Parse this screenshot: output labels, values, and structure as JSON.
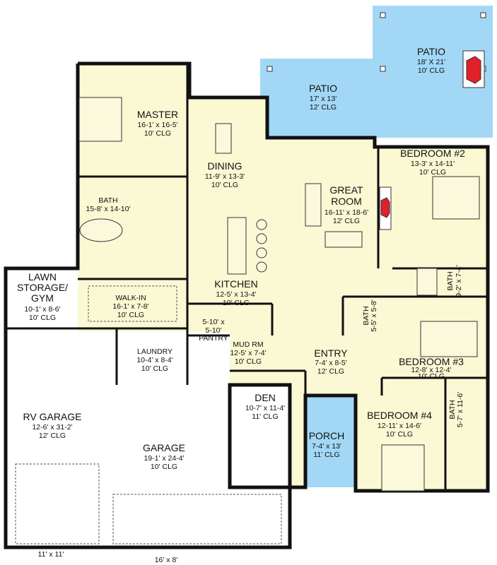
{
  "colors": {
    "patio": "#a2d8f6",
    "interior": "#fbf8d4",
    "fireplace": "#e0202a",
    "garage": "#ffffff"
  },
  "rooms": [
    {
      "id": "patio-upper",
      "name": "PATIO",
      "dims": "18' X 21'",
      "clg": "10' CLG"
    },
    {
      "id": "patio-lower",
      "name": "PATIO",
      "dims": "17' x 13'",
      "clg": "12' CLG"
    },
    {
      "id": "master",
      "name": "MASTER",
      "dims": "16-1' x 16-5'",
      "clg": "10' CLG"
    },
    {
      "id": "dining",
      "name": "DINING",
      "dims": "11-9' x 13-3'",
      "clg": "10' CLG"
    },
    {
      "id": "bedroom-2",
      "name": "BEDROOM #2",
      "dims": "13-3' x 14-11'",
      "clg": "10' CLG"
    },
    {
      "id": "great-room",
      "name": "GREAT",
      "name2": "ROOM",
      "dims": "16-11' x 18-6'",
      "clg": "12' CLG"
    },
    {
      "id": "master-bath",
      "name": "BATH",
      "dims": "15-8' x 14-10'"
    },
    {
      "id": "bath-2",
      "name": "BATH",
      "dims": "9-2' x 7-4'"
    },
    {
      "id": "kitchen",
      "name": "KITCHEN",
      "dims": "12-5' x 13-4'",
      "clg": "10' CLG"
    },
    {
      "id": "lawn-storage",
      "name": "LAWN",
      "name2": "STORAGE/",
      "name3": "GYM",
      "dims": "10-1' x 8-6'",
      "clg": "10' CLG"
    },
    {
      "id": "walk-in",
      "name": "WALK-IN",
      "dims": "16-1' x 7-8'",
      "clg": "10' CLG"
    },
    {
      "id": "pantry",
      "name": "PANTRY",
      "dims": "5-10' x",
      "dims2": "5-10'"
    },
    {
      "id": "bath-3",
      "name": "BATH",
      "dims": "5-5' x 5-8'"
    },
    {
      "id": "laundry",
      "name": "LAUNDRY",
      "dims": "10-4' x 8-4'",
      "clg": "10' CLG"
    },
    {
      "id": "mud-room",
      "name": "MUD RM",
      "dims": "12-5' x 7-4'",
      "clg": "10' CLG"
    },
    {
      "id": "entry",
      "name": "ENTRY",
      "dims": "7-4' x 8-5'",
      "clg": "12' CLG"
    },
    {
      "id": "bedroom-3",
      "name": "BEDROOM #3",
      "dims": "12-8' x 12-4'",
      "clg": "10' CLG"
    },
    {
      "id": "rv-garage",
      "name": "RV GARAGE",
      "dims": "12-6' x 31-2'",
      "clg": "12' CLG"
    },
    {
      "id": "den",
      "name": "DEN",
      "dims": "10-7' x 11-4'",
      "clg": "11' CLG"
    },
    {
      "id": "bedroom-4",
      "name": "BEDROOM #4",
      "dims": "12-11' x 14-6'",
      "clg": "10' CLG"
    },
    {
      "id": "bath-4",
      "name": "BATH",
      "dims": "5-7' x 11-6'"
    },
    {
      "id": "porch",
      "name": "PORCH",
      "dims": "7-4' x 13'",
      "clg": "11' CLG"
    },
    {
      "id": "garage",
      "name": "GARAGE",
      "dims": "19-1' x 24-4'",
      "clg": "10' CLG"
    }
  ],
  "garage_doors": [
    {
      "size": "11' x 11'"
    },
    {
      "size": "16' x 8'"
    }
  ]
}
